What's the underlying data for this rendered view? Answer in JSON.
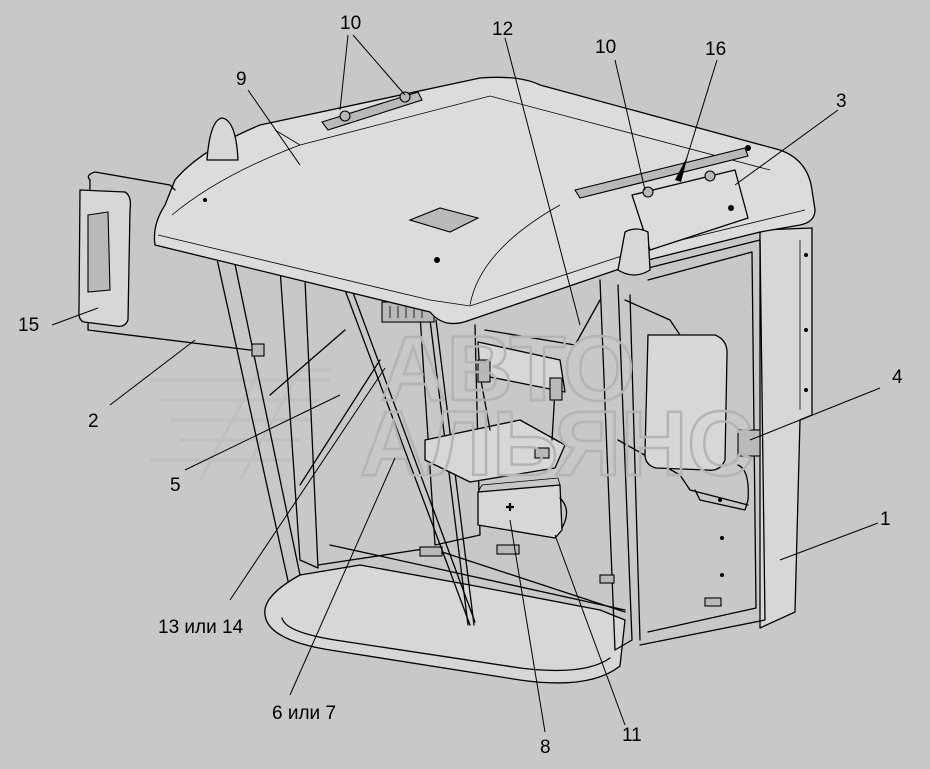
{
  "watermark": {
    "line1": "АВТО",
    "line2": "АЛЬЯНС"
  },
  "callouts": [
    {
      "id": "c1",
      "text": "1"
    },
    {
      "id": "c2",
      "text": "2"
    },
    {
      "id": "c3",
      "text": "3"
    },
    {
      "id": "c4",
      "text": "4"
    },
    {
      "id": "c5",
      "text": "5"
    },
    {
      "id": "c6",
      "text": "6 или 7"
    },
    {
      "id": "c8",
      "text": "8"
    },
    {
      "id": "c9",
      "text": "9"
    },
    {
      "id": "c10a",
      "text": "10"
    },
    {
      "id": "c10b",
      "text": "10"
    },
    {
      "id": "c11",
      "text": "11"
    },
    {
      "id": "c12",
      "text": "12"
    },
    {
      "id": "c13",
      "text": "13 или 14"
    },
    {
      "id": "c15",
      "text": "15"
    },
    {
      "id": "c16",
      "text": "16"
    }
  ]
}
